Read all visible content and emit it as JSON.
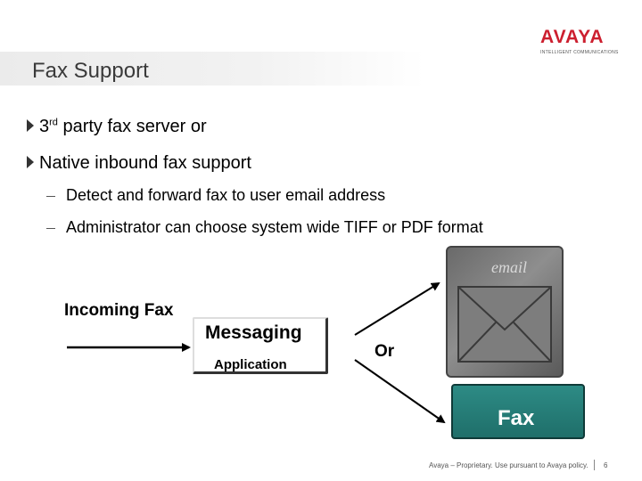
{
  "header": {
    "logo_text": "AVAYA",
    "logo_tagline": "INTELLIGENT COMMUNICATIONS",
    "brand_color": "#cc1f2f"
  },
  "slide": {
    "title": "Fax Support",
    "bullets": [
      {
        "prefix": "3",
        "superscript": "rd",
        "text": " party fax server or"
      },
      {
        "text": "Native inbound fax support"
      }
    ],
    "sub_bullets": [
      "Detect and forward fax to user email address",
      "Administrator can choose system wide  TIFF or PDF format"
    ]
  },
  "diagram": {
    "incoming_label": "Incoming Fax",
    "messaging_label": "Messaging",
    "application_label": "Application",
    "or_label": "Or",
    "email_label": "email",
    "fax_label": "Fax",
    "fax_color": "#1f6f6a"
  },
  "footer": {
    "legal_text": "Avaya – Proprietary. Use pursuant to Avaya policy.",
    "page_number": "6"
  }
}
